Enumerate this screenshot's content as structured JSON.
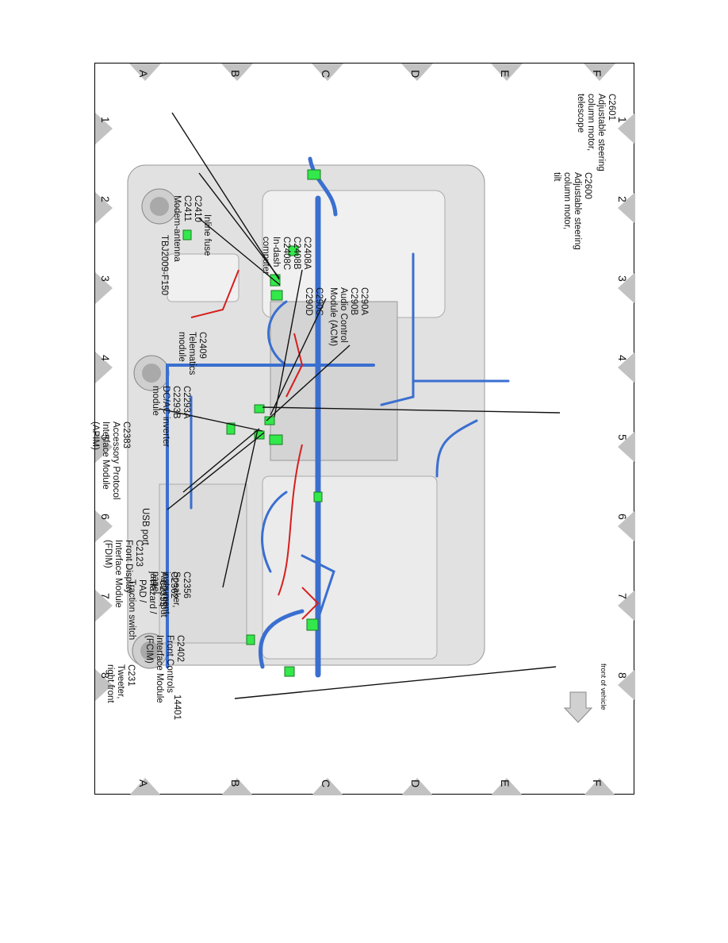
{
  "diagram": {
    "columns": [
      "1",
      "2",
      "3",
      "4",
      "5",
      "6",
      "7",
      "8"
    ],
    "rows": [
      "A",
      "B",
      "C",
      "D",
      "E",
      "F"
    ],
    "code": "TBJ2009-F150",
    "direction": "front of vehicle",
    "callouts": {
      "c2601": "C2601\nAdjustable steering\ncolumn motor,\ntelescope",
      "c2600": "C2600\nAdjustable steering\ncolumn motor,\ntilt",
      "c2410": "C2410\nC2411\nModem-antenna",
      "inline": "Inline fuse",
      "c2408": "C2408A\nC2408B\nC2408C\nIn-dash\ncomputer",
      "c290ab": "C290A\nC290B\nAudio Control\nModule (ACM)",
      "c290cd": "C290C\nC290D",
      "c2409": "C2409\nTelematics\nmodule",
      "c2293": "C2293A\nC2293B\nDC/AC inverter\nmodule",
      "c2383": "C2383\nAccessory Protocol\nInterface Module\n(APIM)",
      "usb": "USB port",
      "c2123": "C2123\nFront Display\nInterface Module\n(FDIM)",
      "c2356": "C2356\nSpeaker,\ninstrument\npanel",
      "c2362": "C2362\nAudio input\njack",
      "c2355": "C2355\nHazard /\nPAD /\nTraction switch",
      "c2402": "C2402\nFront Controls\nInterface Module\n(FCIM)",
      "c231": "C231\nTweeter,\nright front",
      "w14401": "14401"
    },
    "colors": {
      "harness": "#3a6fd0",
      "highlight": "#33e84a",
      "red": "#d81e1e",
      "panel": "#e1e1e1",
      "triangle": "#c2c2c2"
    }
  }
}
